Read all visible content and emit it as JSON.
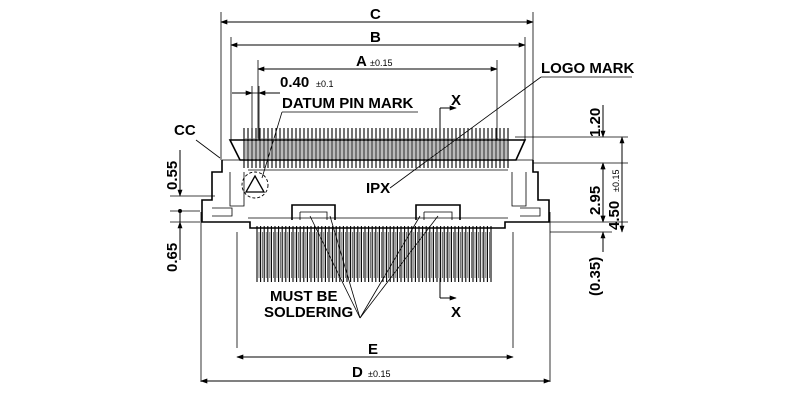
{
  "drawing": {
    "labels": {
      "c": "C",
      "b": "B",
      "a": "A",
      "a_tol": "±0.15",
      "pitch": "0.40",
      "pitch_tol": "±0.1",
      "datum_pin_mark": "DATUM PIN MARK",
      "logo_mark": "LOGO MARK",
      "section_x_top": "X",
      "section_x_bottom": "X",
      "cc": "CC",
      "logo": "IPX",
      "must_be": "MUST BE",
      "soldering": "SOLDERING",
      "e": "E",
      "d": "D",
      "d_tol": "±0.15",
      "h_0_55": "0.55",
      "h_0_65": "0.65",
      "h_1_20": "1.20",
      "h_2_95": "2.95",
      "h_4_50": "4.50",
      "h_4_50_tol": "±0.15",
      "h_0_35": "(0.35)"
    }
  }
}
